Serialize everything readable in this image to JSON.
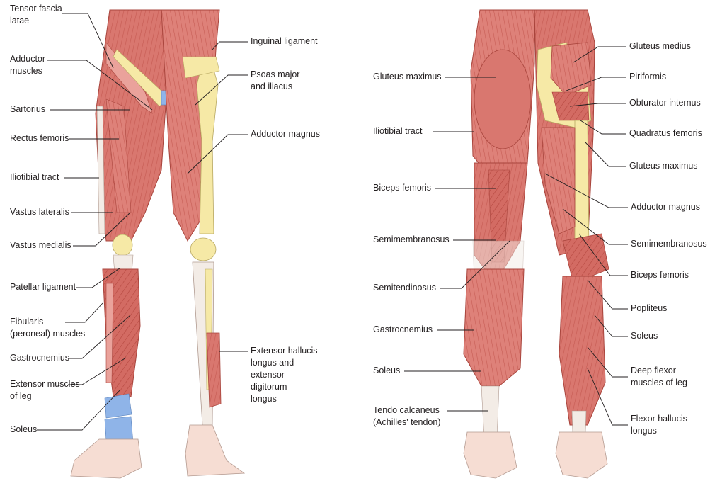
{
  "anterior_view": {
    "labels": [
      {
        "id": "tensor-fascia-latae",
        "lines": [
          "Tensor fascia",
          "latae"
        ]
      },
      {
        "id": "adductor-muscles",
        "lines": [
          "Adductor",
          "muscles"
        ]
      },
      {
        "id": "sartorius",
        "lines": [
          "Sartorius"
        ]
      },
      {
        "id": "rectus-femoris",
        "lines": [
          "Rectus femoris"
        ]
      },
      {
        "id": "iliotibial-tract",
        "lines": [
          "Iliotibial tract"
        ]
      },
      {
        "id": "vastus-lateralis",
        "lines": [
          "Vastus lateralis"
        ]
      },
      {
        "id": "vastus-medialis",
        "lines": [
          "Vastus medialis"
        ]
      },
      {
        "id": "patellar-ligament",
        "lines": [
          "Patellar ligament"
        ]
      },
      {
        "id": "fibularis",
        "lines": [
          "Fibularis",
          "(peroneal) muscles"
        ]
      },
      {
        "id": "gastrocnemius",
        "lines": [
          "Gastrocnemius"
        ]
      },
      {
        "id": "extensor-muscles-of-leg",
        "lines": [
          "Extensor muscles",
          "of leg"
        ]
      },
      {
        "id": "soleus",
        "lines": [
          "Soleus"
        ]
      },
      {
        "id": "inguinal-ligament",
        "lines": [
          "Inguinal ligament"
        ]
      },
      {
        "id": "psoas-major-iliacus",
        "lines": [
          "Psoas major",
          "and iliacus"
        ]
      },
      {
        "id": "adductor-magnus",
        "lines": [
          "Adductor magnus"
        ]
      },
      {
        "id": "extensor-hallucis",
        "lines": [
          "Extensor hallucis",
          "longus and",
          "extensor",
          "digitorum",
          "longus"
        ]
      }
    ]
  },
  "posterior_view": {
    "labels": [
      {
        "id": "gluteus-maximus",
        "lines": [
          "Gluteus maximus"
        ]
      },
      {
        "id": "iliotibial-tract",
        "lines": [
          "Iliotibial tract"
        ]
      },
      {
        "id": "biceps-femoris",
        "lines": [
          "Biceps femoris"
        ]
      },
      {
        "id": "semimembranosus",
        "lines": [
          "Semimembranosus"
        ]
      },
      {
        "id": "semitendinosus",
        "lines": [
          "Semitendinosus"
        ]
      },
      {
        "id": "gastrocnemius",
        "lines": [
          "Gastrocnemius"
        ]
      },
      {
        "id": "soleus",
        "lines": [
          "Soleus"
        ]
      },
      {
        "id": "tendo-calcaneus",
        "lines": [
          "Tendo calcaneus",
          "(Achilles' tendon)"
        ]
      },
      {
        "id": "gluteus-medius",
        "lines": [
          "Gluteus medius"
        ]
      },
      {
        "id": "piriformis",
        "lines": [
          "Piriformis"
        ]
      },
      {
        "id": "obturator-internus",
        "lines": [
          "Obturator internus"
        ]
      },
      {
        "id": "quadratus-femoris",
        "lines": [
          "Quadratus femoris"
        ]
      },
      {
        "id": "gluteus-maximus-deep",
        "lines": [
          "Gluteus maximus"
        ]
      },
      {
        "id": "adductor-magnus",
        "lines": [
          "Adductor magnus"
        ]
      },
      {
        "id": "semimembranosus-deep",
        "lines": [
          "Semimembranosus"
        ]
      },
      {
        "id": "biceps-femoris-deep",
        "lines": [
          "Biceps femoris"
        ]
      },
      {
        "id": "popliteus",
        "lines": [
          "Popliteus"
        ]
      },
      {
        "id": "soleus-deep",
        "lines": [
          "Soleus"
        ]
      },
      {
        "id": "deep-flexor",
        "lines": [
          "Deep flexor",
          "muscles of leg"
        ]
      },
      {
        "id": "flexor-hallucis-longus",
        "lines": [
          "Flexor hallucis",
          "longus"
        ]
      }
    ]
  },
  "colors": {
    "muscle": "#d9776f",
    "muscle_dark": "#b8483f",
    "muscle_light": "#eaa29b",
    "bone": "#f6e9a6",
    "tendon": "#f3ece6",
    "skin": "#f6ddd3",
    "highlight_blue": "#8fb4e8",
    "leader": "#231f20"
  }
}
